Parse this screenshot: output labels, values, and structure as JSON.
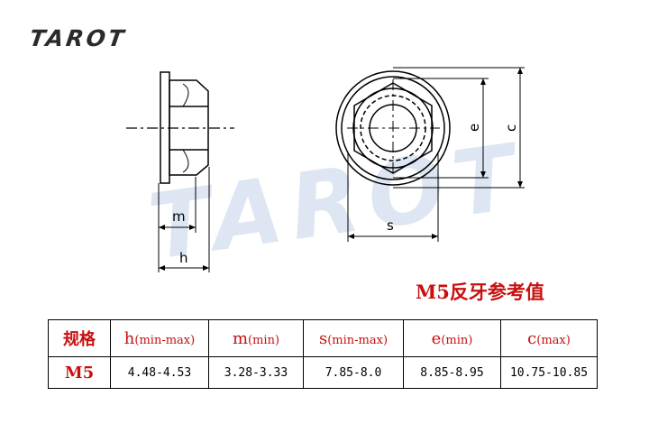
{
  "logo_text": "TAROT",
  "watermark_text": "TAROT",
  "dimension_labels": {
    "m": "m",
    "h": "h",
    "e": "e",
    "c": "c",
    "s": "s"
  },
  "caption": "M5反牙参考值",
  "table": {
    "header": {
      "label": "规格",
      "cols": [
        {
          "sym": "h",
          "unit": "(min-max)"
        },
        {
          "sym": "m",
          "unit": "(min)"
        },
        {
          "sym": "s",
          "unit": "(min-max)"
        },
        {
          "sym": "e",
          "unit": "(min)"
        },
        {
          "sym": "c",
          "unit": "(max)"
        }
      ]
    },
    "row": {
      "label": "M5",
      "values": [
        "4.48-4.53",
        "3.28-3.33",
        "7.85-8.0",
        "8.85-8.95",
        "10.75-10.85"
      ]
    }
  },
  "colors": {
    "accent_red": "#c81010",
    "line": "#000000",
    "watermark": "#dde6f2"
  }
}
